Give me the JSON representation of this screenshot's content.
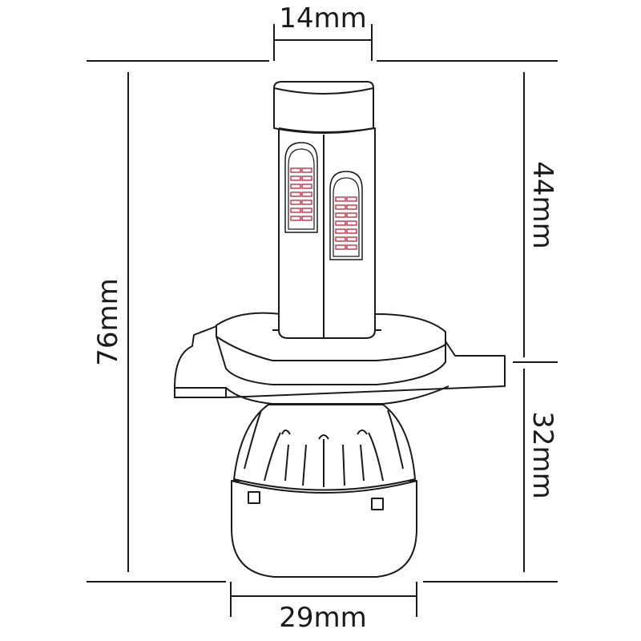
{
  "dimensions": {
    "top_width": "14mm",
    "bottom_width": "29mm",
    "total_height": "76mm",
    "upper_height": "44mm",
    "lower_height": "32mm"
  },
  "colors": {
    "outline": "#1a1a1a",
    "led_accent": "#b0122a",
    "background": "#ffffff"
  }
}
